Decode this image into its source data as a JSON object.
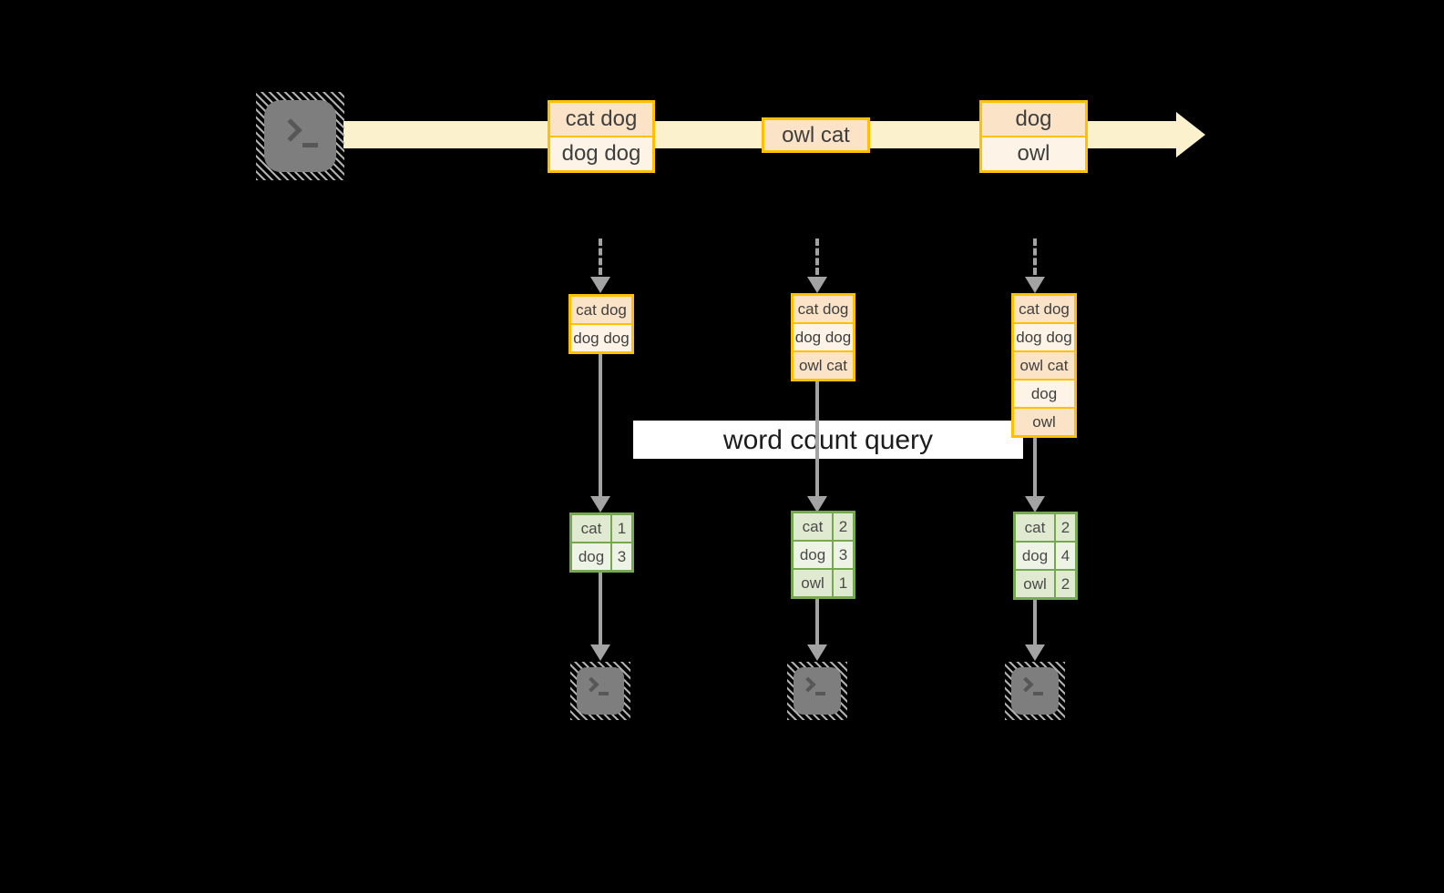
{
  "query_label": "word count query",
  "stream": {
    "source_icon": "terminal-icon",
    "batches": [
      {
        "lines": [
          "cat dog",
          "dog dog"
        ]
      },
      {
        "lines": [
          "owl cat"
        ]
      },
      {
        "lines": [
          "dog",
          "owl"
        ]
      }
    ]
  },
  "columns": [
    {
      "accumulated": [
        "cat dog",
        "dog dog"
      ],
      "counts": [
        {
          "word": "cat",
          "count": "1"
        },
        {
          "word": "dog",
          "count": "3"
        }
      ]
    },
    {
      "accumulated": [
        "cat dog",
        "dog dog",
        "owl cat"
      ],
      "counts": [
        {
          "word": "cat",
          "count": "2"
        },
        {
          "word": "dog",
          "count": "3"
        },
        {
          "word": "owl",
          "count": "1"
        }
      ]
    },
    {
      "accumulated": [
        "cat dog",
        "dog dog",
        "owl cat",
        "dog",
        "owl"
      ],
      "counts": [
        {
          "word": "cat",
          "count": "2"
        },
        {
          "word": "dog",
          "count": "4"
        },
        {
          "word": "owl",
          "count": "2"
        }
      ]
    }
  ],
  "output_icons": [
    "terminal-icon",
    "terminal-icon",
    "terminal-icon"
  ],
  "colors": {
    "background": "#000000",
    "stream_band": "#fcf1cd",
    "orange_border": "#ffc000",
    "cell_peach": "#fbe3c7",
    "cell_cream": "#fdf4e7",
    "green_border": "#76a94f",
    "green_cell_dark": "#e0ead0",
    "green_cell_light": "#eef4e5",
    "arrow_gray": "#a3a3a3",
    "terminal_gray": "#7e7e7e",
    "text_dark": "#3f3f3f",
    "query_label_bg": "#ffffff"
  }
}
